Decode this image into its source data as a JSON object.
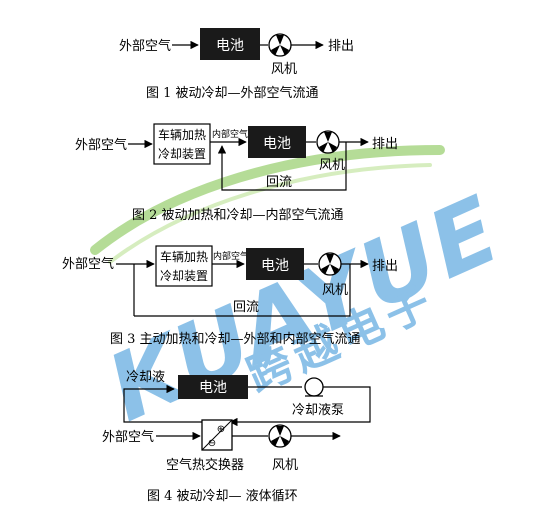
{
  "watermark": {
    "text": "KUAYUE",
    "subtext": "跨越电子",
    "colors": {
      "blue": "#2f8fd6",
      "green": "#79c143"
    }
  },
  "colors": {
    "battery_fill": "#1a1a1a",
    "battery_text": "#ffffff",
    "line": "#000000"
  },
  "fig1": {
    "outside_air": "外部空气",
    "battery": "电池",
    "fan": "风机",
    "exhaust": "排出",
    "caption": "图 1   被动冷却—外部空气流通"
  },
  "fig2": {
    "outside_air": "外部空气",
    "device_line1": "车辆加热",
    "device_line2": "冷却装置",
    "inside_air": "内部空气",
    "battery": "电池",
    "fan": "风机",
    "exhaust": "排出",
    "recirculation": "回流",
    "caption": "图 2   被动加热和冷却—内部空气流通"
  },
  "fig3": {
    "outside_air": "外部空气",
    "device_line1": "车辆加热",
    "device_line2": "冷却装置",
    "inside_air": "内部空气",
    "battery": "电池",
    "fan": "风机",
    "exhaust": "排出",
    "recirculation": "回流",
    "caption": "图 3   主动加热和冷却—外部和内部空气流通"
  },
  "fig4": {
    "coolant": "冷却液",
    "battery": "电池",
    "pump": "冷却液泵",
    "outside_air": "外部空气",
    "exchanger": "空气热交换器",
    "fan": "风机",
    "plus": "⊕",
    "minus": "⊖",
    "caption": "图 4   被动冷却— 液体循环"
  }
}
